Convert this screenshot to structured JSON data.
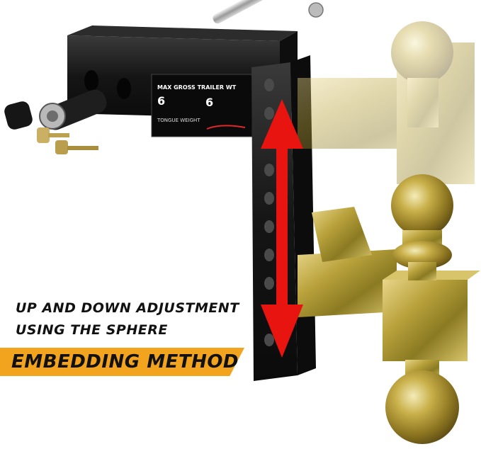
{
  "caption": {
    "line1": "UP AND DOWN ADJUSTMENT",
    "line2": "USING THE SPHERE",
    "banner": "EMBEDDING METHOD"
  },
  "product_label": {
    "heading": "MAX GROSS TRAILER WT",
    "value_left": "6",
    "value_right": "6",
    "sub_line": "TONGUE WEIGHT"
  },
  "colors": {
    "banner": "#f3a41e",
    "arrow": "#e8140f",
    "steel": "#1a1a1a",
    "brass": "#b8a23a"
  },
  "icons": [
    "double-headed-arrow-icon",
    "padlock-icon",
    "key-icon"
  ]
}
